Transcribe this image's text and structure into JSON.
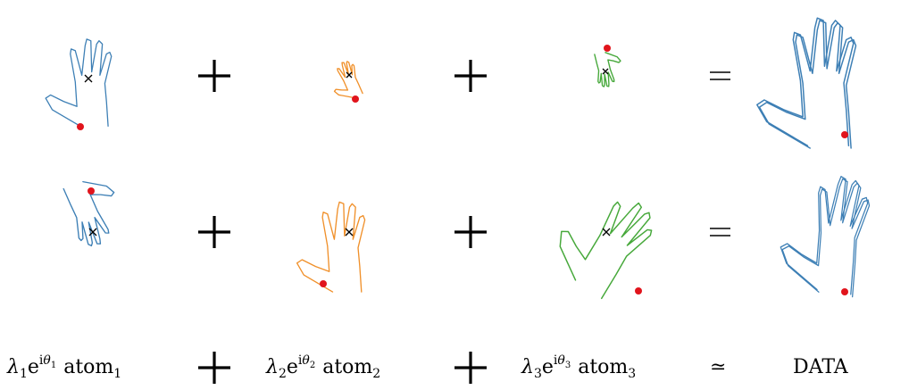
{
  "captions": {
    "atom1": {
      "coef": "λ",
      "coef_sub": "1",
      "exp_base": "e",
      "exp_i": "i",
      "exp_theta": "θ",
      "exp_sub": "1",
      "word": "atom",
      "word_sub": "1"
    },
    "atom2": {
      "coef": "λ",
      "coef_sub": "2",
      "exp_base": "e",
      "exp_i": "i",
      "exp_theta": "θ",
      "exp_sub": "2",
      "word": "atom",
      "word_sub": "2"
    },
    "atom3": {
      "coef": "λ",
      "coef_sub": "3",
      "exp_base": "e",
      "exp_i": "i",
      "exp_theta": "θ",
      "exp_sub": "3",
      "word": "atom",
      "word_sub": "3"
    },
    "approx_symbol": "≃",
    "result": "DATA"
  },
  "rows": [
    {
      "terms": [
        "atom1",
        "atom2",
        "atom3"
      ],
      "operators": [
        "+",
        "+",
        "="
      ],
      "result": "data-shape"
    },
    {
      "terms": [
        "atom1",
        "atom2",
        "atom3"
      ],
      "operators": [
        "+",
        "+",
        "="
      ],
      "result": "data-shape"
    }
  ],
  "colors": {
    "atom1": "#3d7fb5",
    "atom2": "#f0902a",
    "atom3": "#46a83a",
    "data": "#3d7fb5",
    "landmark": "#e1141c",
    "center": "#000000"
  }
}
